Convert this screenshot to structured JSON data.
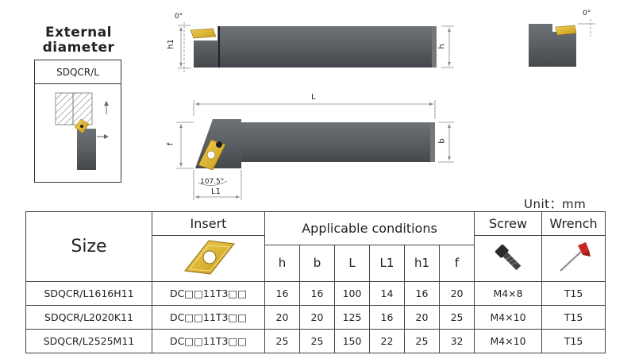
{
  "panel": {
    "title_line1": "External",
    "title_line2": "diameter",
    "model_code": "SDQCR/L"
  },
  "drawing": {
    "angle_top": "0°",
    "angle_side": "0°",
    "dim_h1": "h1",
    "dim_h": "h",
    "dim_L": "L",
    "dim_f": "f",
    "dim_b": "b",
    "dim_L1": "L1",
    "angle_lead": "107.5°"
  },
  "unit_label": "Unit：mm",
  "table": {
    "header_size": "Size",
    "header_insert": "Insert",
    "header_conditions": "Applicable conditions",
    "header_screw": "Screw",
    "header_wrench": "Wrench",
    "sub_headers": [
      "h",
      "b",
      "L",
      "L1",
      "h1",
      "f"
    ],
    "rows": [
      {
        "size": "SDQCR/L1616H11",
        "insert": "DC□□11T3□□",
        "h": "16",
        "b": "16",
        "L": "100",
        "L1": "14",
        "h1": "16",
        "f": "20",
        "screw": "M4×8",
        "wrench": "T15"
      },
      {
        "size": "SDQCR/L2020K11",
        "insert": "DC□□11T3□□",
        "h": "20",
        "b": "20",
        "L": "125",
        "L1": "16",
        "h1": "20",
        "f": "25",
        "screw": "M4×10",
        "wrench": "T15"
      },
      {
        "size": "SDQCR/L2525M11",
        "insert": "DC□□11T3□□",
        "h": "25",
        "b": "25",
        "L": "150",
        "L1": "22",
        "h1": "25",
        "f": "32",
        "screw": "M4×10",
        "wrench": "T15"
      }
    ]
  },
  "colors": {
    "tool_body": "#5c6166",
    "tool_dark": "#3a3e42",
    "insert_gold": "#e0b52a",
    "wrench_red": "#c8261e",
    "dim_line": "#888888"
  }
}
